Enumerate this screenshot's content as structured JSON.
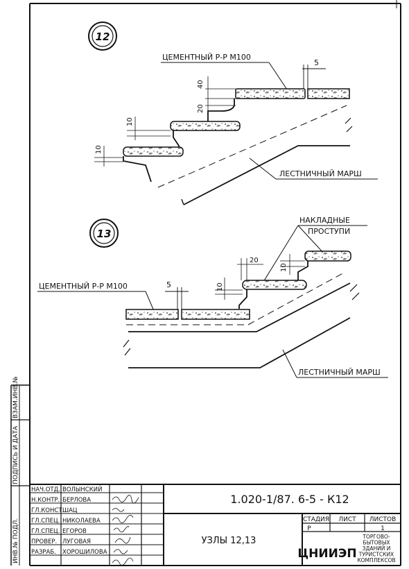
{
  "node12": {
    "number": "12",
    "mortar_label": "ЦЕМЕНТНЫЙ Р-Р М100",
    "gap_dim": "5",
    "dim_40": "40",
    "dim_20": "20",
    "dim_10a": "10",
    "dim_10b": "10",
    "flight_label": "ЛЕСТНИЧНЫЙ МАРШ"
  },
  "node13": {
    "number": "13",
    "overlay_label_1": "НАКЛАДНЫЕ",
    "overlay_label_2": "ПРОСТУПИ",
    "dim_20": "20",
    "dim_10a": "10",
    "dim_10b": "10",
    "gap_dim": "5",
    "mortar_label": "ЦЕМЕНТНЫЙ Р-Р М100",
    "flight_label": "ЛЕСТНИЧНЫЙ МАРШ"
  },
  "side_strip": {
    "inv_podl": "ИНВ.№ ПОДЛ.",
    "podpis_data": "ПОДПИСЬ И ДАТА",
    "vzam_inv": "ВЗАМ.ИНВ.№"
  },
  "title_block": {
    "code": "1.020-1/87. 6-5 - К12",
    "title": "УЗЛЫ 12,13",
    "stage_label": "СТАДИЯ",
    "sheet_label": "ЛИСТ",
    "sheets_label": "ЛИСТОВ",
    "stage_value": "Р",
    "sheet_value": "",
    "sheets_value": "1",
    "org": "ЦНИИЭП",
    "org_desc": [
      "ТОРГОВО-",
      "БЫТОВЫХ",
      "ЗДАНИЙ И",
      "ТУРИСТСКИХ",
      "КОМПЛЕКСОВ"
    ],
    "roles": [
      {
        "role": "НАЧ.ОТД.",
        "name": "ВОЛЫНСКИЙ"
      },
      {
        "role": "Н.КОНТР.",
        "name": "БЕРЛОВА"
      },
      {
        "role": "ГЛ.КОНСТ.",
        "name": "ШАЦ"
      },
      {
        "role": "ГЛ.СПЕЦ.",
        "name": "НИКОЛАЕВА"
      },
      {
        "role": "ГЛ.СПЕЦ.",
        "name": "ЕГОРОВ"
      },
      {
        "role": "ПРОВЕР.",
        "name": "ЛУГОВАЯ"
      },
      {
        "role": "РАЗРАБ.",
        "name": "ХОРОШИЛОВА"
      }
    ]
  }
}
